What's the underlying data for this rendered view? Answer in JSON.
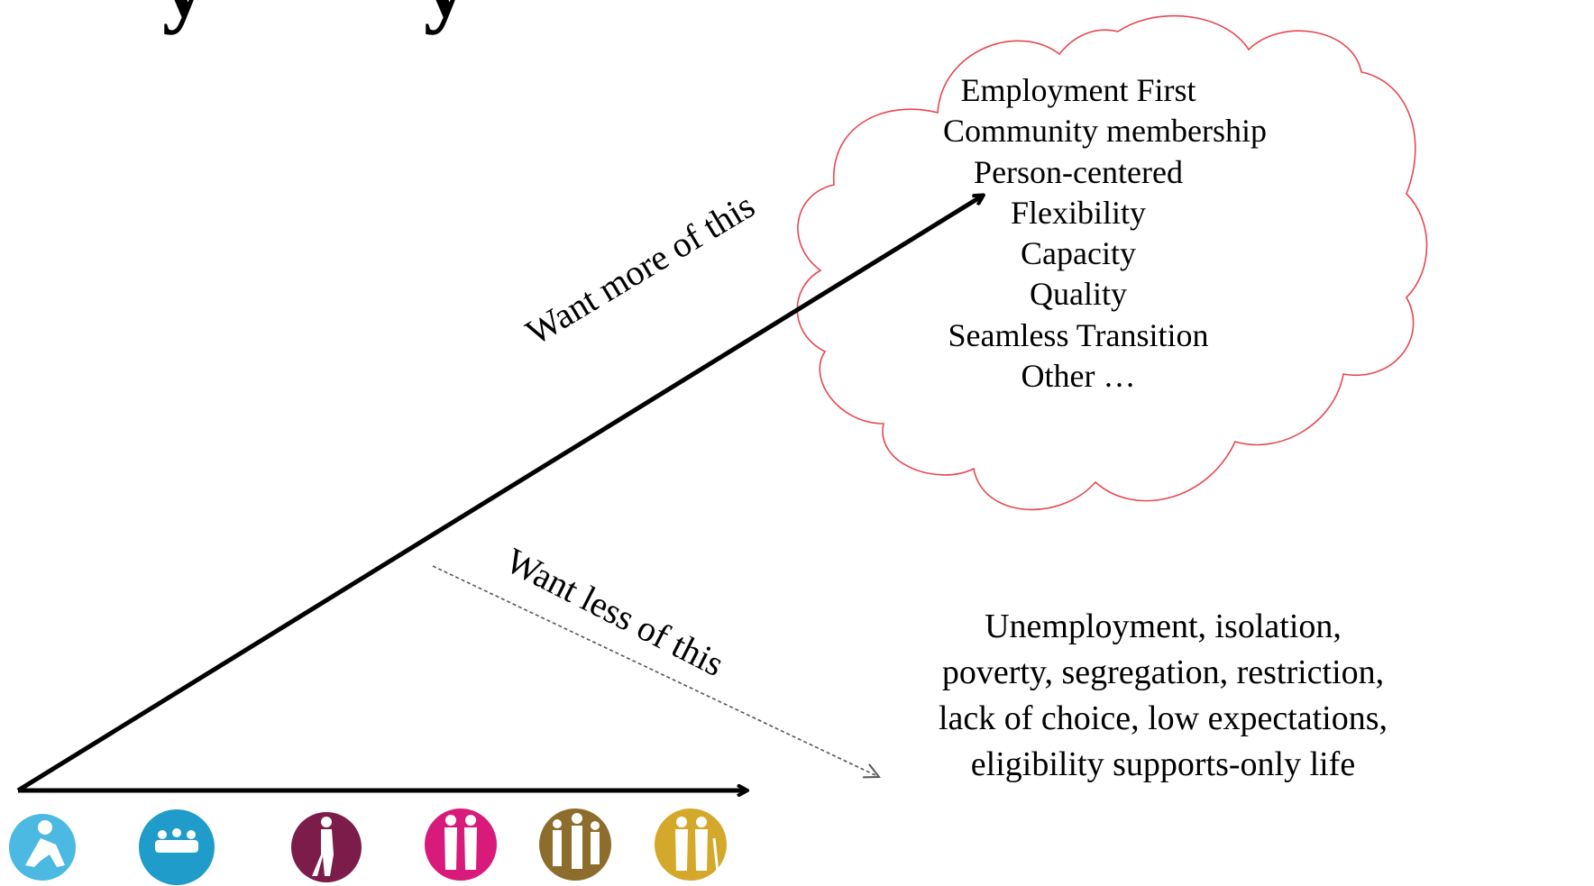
{
  "title_fragment": [
    "y",
    "y"
  ],
  "more": {
    "label": "Want more of this",
    "items": [
      "Employment First",
      "Community membership",
      "Person-centered",
      "Flexibility",
      "Capacity",
      "Quality",
      "Seamless Transition",
      "Other …"
    ]
  },
  "less": {
    "label": "Want less of this",
    "lines": [
      "Unemployment, isolation,",
      "poverty, segregation, restriction,",
      "lack of choice, low expectations,",
      "eligibility supports-only life"
    ]
  },
  "life_stages": [
    {
      "icon": "baby-icon",
      "color": "#4bb9e2"
    },
    {
      "icon": "children-icon",
      "color": "#1f9cc9"
    },
    {
      "icon": "teen-icon",
      "color": "#7b1c4a"
    },
    {
      "icon": "young-adults-icon",
      "color": "#d81b7a"
    },
    {
      "icon": "family-icon",
      "color": "#8c6d2c"
    },
    {
      "icon": "elderly-couple-icon",
      "color": "#d4a82a"
    }
  ],
  "colors": {
    "cloud_outline": "#e8474f",
    "arrow": "#000000",
    "dashed_arrow": "#555555"
  }
}
